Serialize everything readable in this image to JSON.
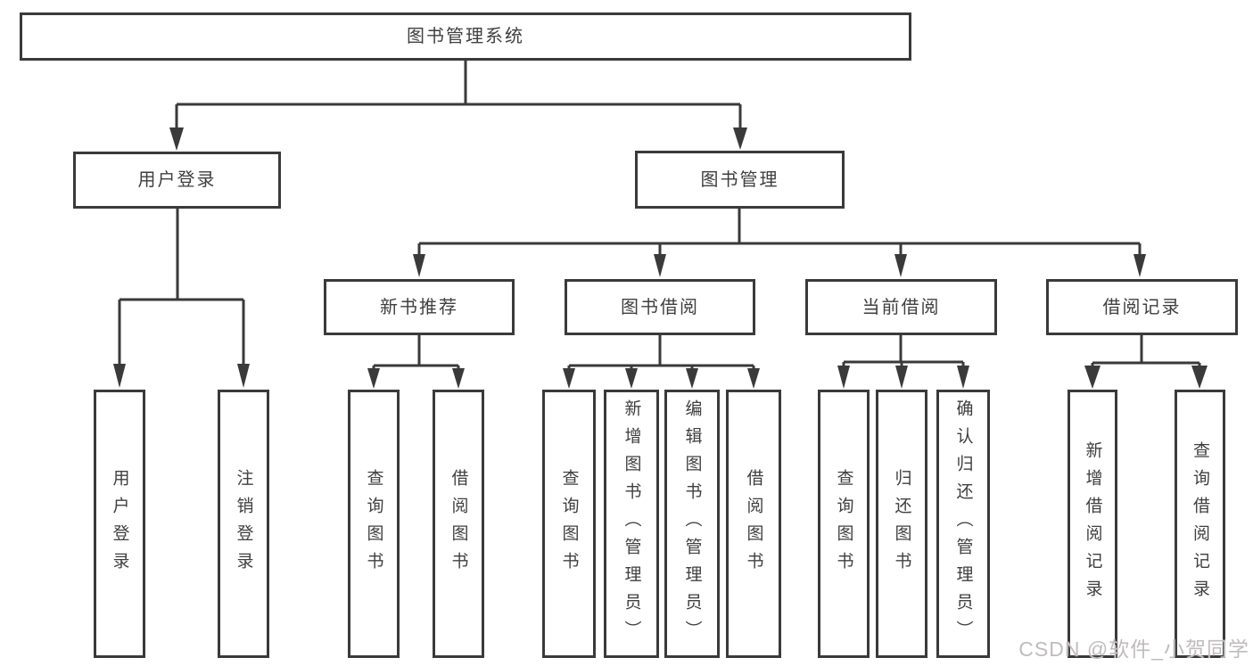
{
  "colors": {
    "line": "#3a3a3a",
    "box_border": "#3a3a3a",
    "text": "#3f3f3f",
    "watermark": "#bfbcbc",
    "background": "#ffffff"
  },
  "diagram": {
    "type": "hierarchy-tree",
    "root": "图书管理系统",
    "level2": [
      "用户登录",
      "图书管理"
    ],
    "level3": [
      "新书推荐",
      "图书借阅",
      "当前借阅",
      "借阅记录"
    ],
    "leaves": {
      "login": [
        "用户登录",
        "注销登录"
      ],
      "recommend": [
        "查询图书",
        "借阅图书"
      ],
      "borrow": [
        "查询图书",
        "新增图书（管理员）",
        "编辑图书（管理员）",
        "借阅图书"
      ],
      "current": [
        "查询图书",
        "归还图书",
        "确认归还（管理员）"
      ],
      "records": [
        "新增借阅记录",
        "查询借阅记录"
      ]
    }
  },
  "watermark": "CSDN @软件_小贺同学"
}
